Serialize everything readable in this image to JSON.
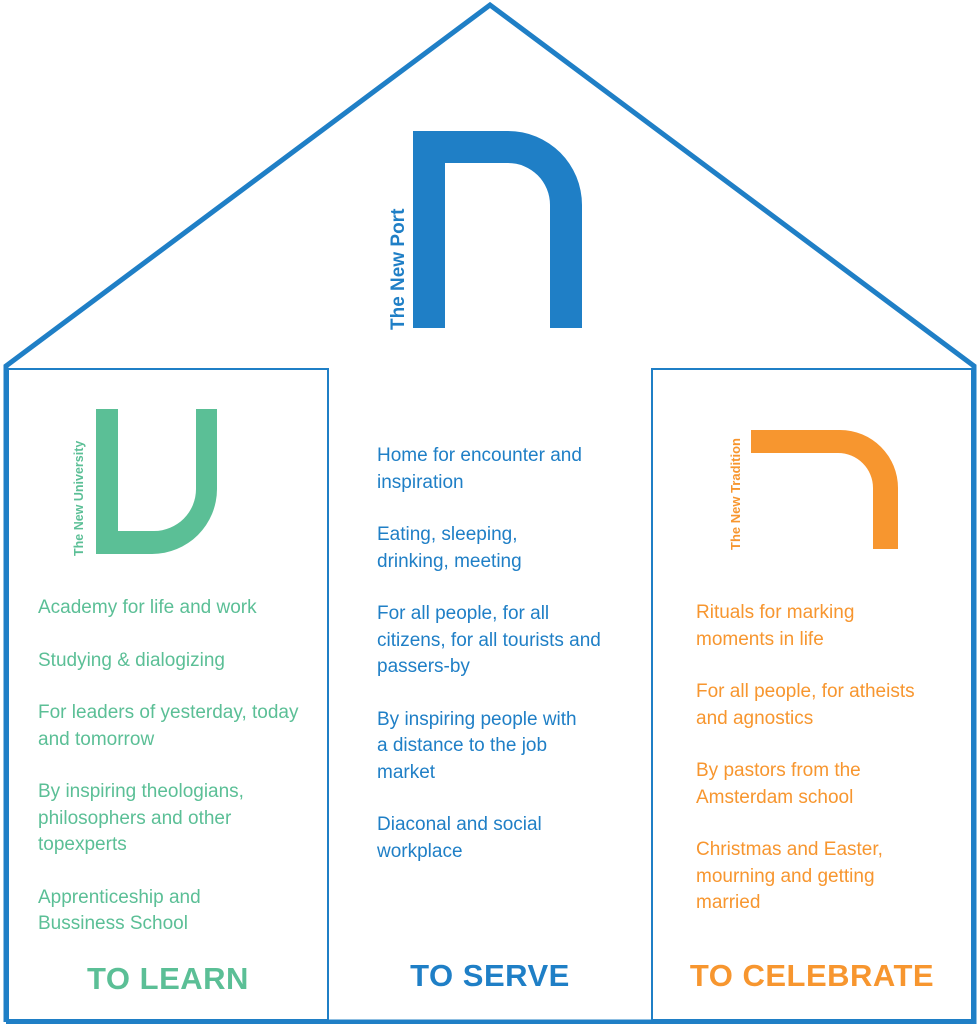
{
  "colors": {
    "green": "#5bbf96",
    "blue": "#1f7fc6",
    "orange": "#f7962f"
  },
  "port": {
    "label": "The New Port",
    "icon": "letter-n-arch-icon"
  },
  "learn": {
    "label": "The New University",
    "icon": "letter-u-icon",
    "items": [
      "Academy for life and work",
      "Studying & dialogizing",
      "For leaders of yesterday, today and tomorrow",
      "By inspiring theologians, philosophers and other topexperts",
      "Apprenticeship and Bussiness School"
    ],
    "heading": "TO LEARN"
  },
  "serve": {
    "items": [
      "Home for encounter and inspiration",
      "Eating, sleeping, drinking, meeting",
      "For all people, for all citizens, for all tourists and passers-by",
      "By inspiring people with a distance to the job market",
      "Diaconal and social workplace"
    ],
    "heading": "TO SERVE"
  },
  "celebrate": {
    "label": "The New Tradition",
    "icon": "letter-d-icon",
    "items": [
      "Rituals for marking moments in life",
      "For all people, for atheists and agnostics",
      "By pastors from the Amsterdam school",
      "Christmas and Easter, mourning and getting married"
    ],
    "heading": "TO CELEBRATE"
  }
}
